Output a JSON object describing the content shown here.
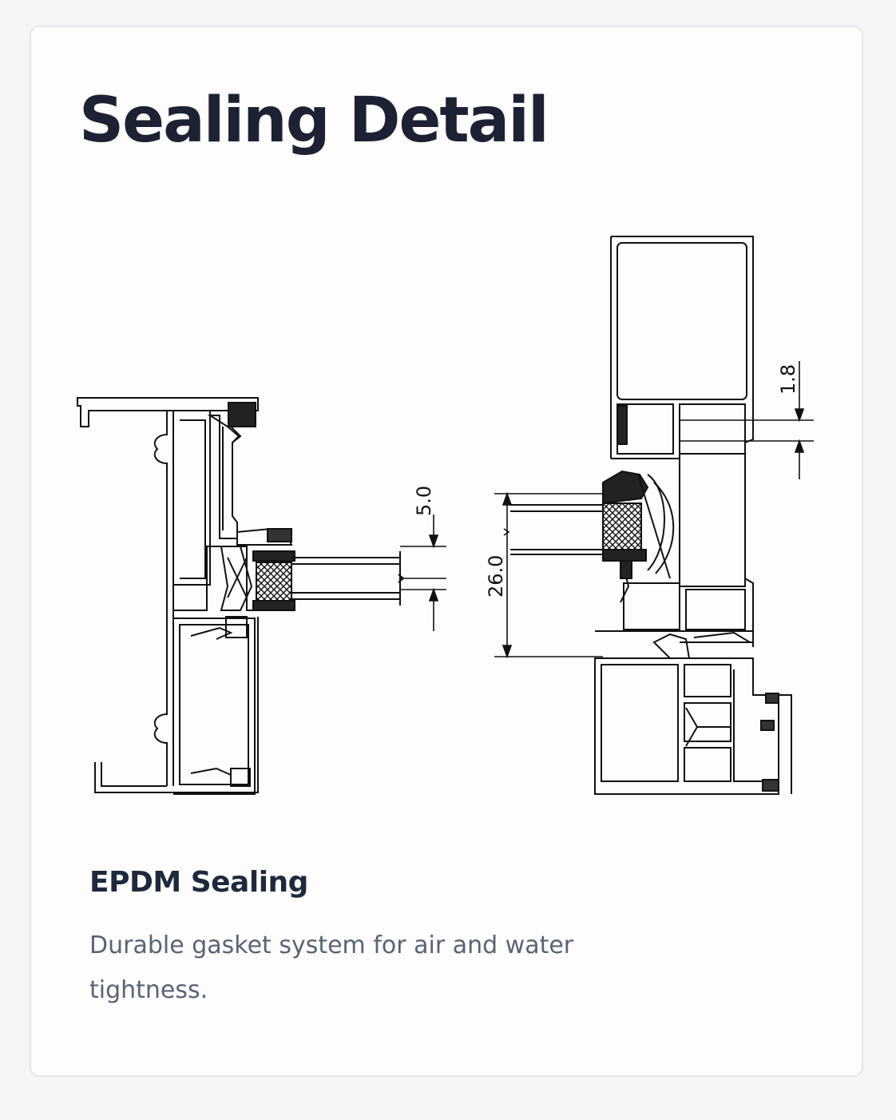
{
  "card": {
    "title": "Sealing Detail",
    "feature": {
      "title": "EPDM Sealing",
      "description": "Durable gasket system for air and water tightness."
    },
    "drawing": {
      "dimensions": [
        "5.0",
        "26.0",
        "1.8"
      ]
    }
  },
  "colors": {
    "title": "#1c2233",
    "text_muted": "#5a6373",
    "line": "#111111"
  }
}
